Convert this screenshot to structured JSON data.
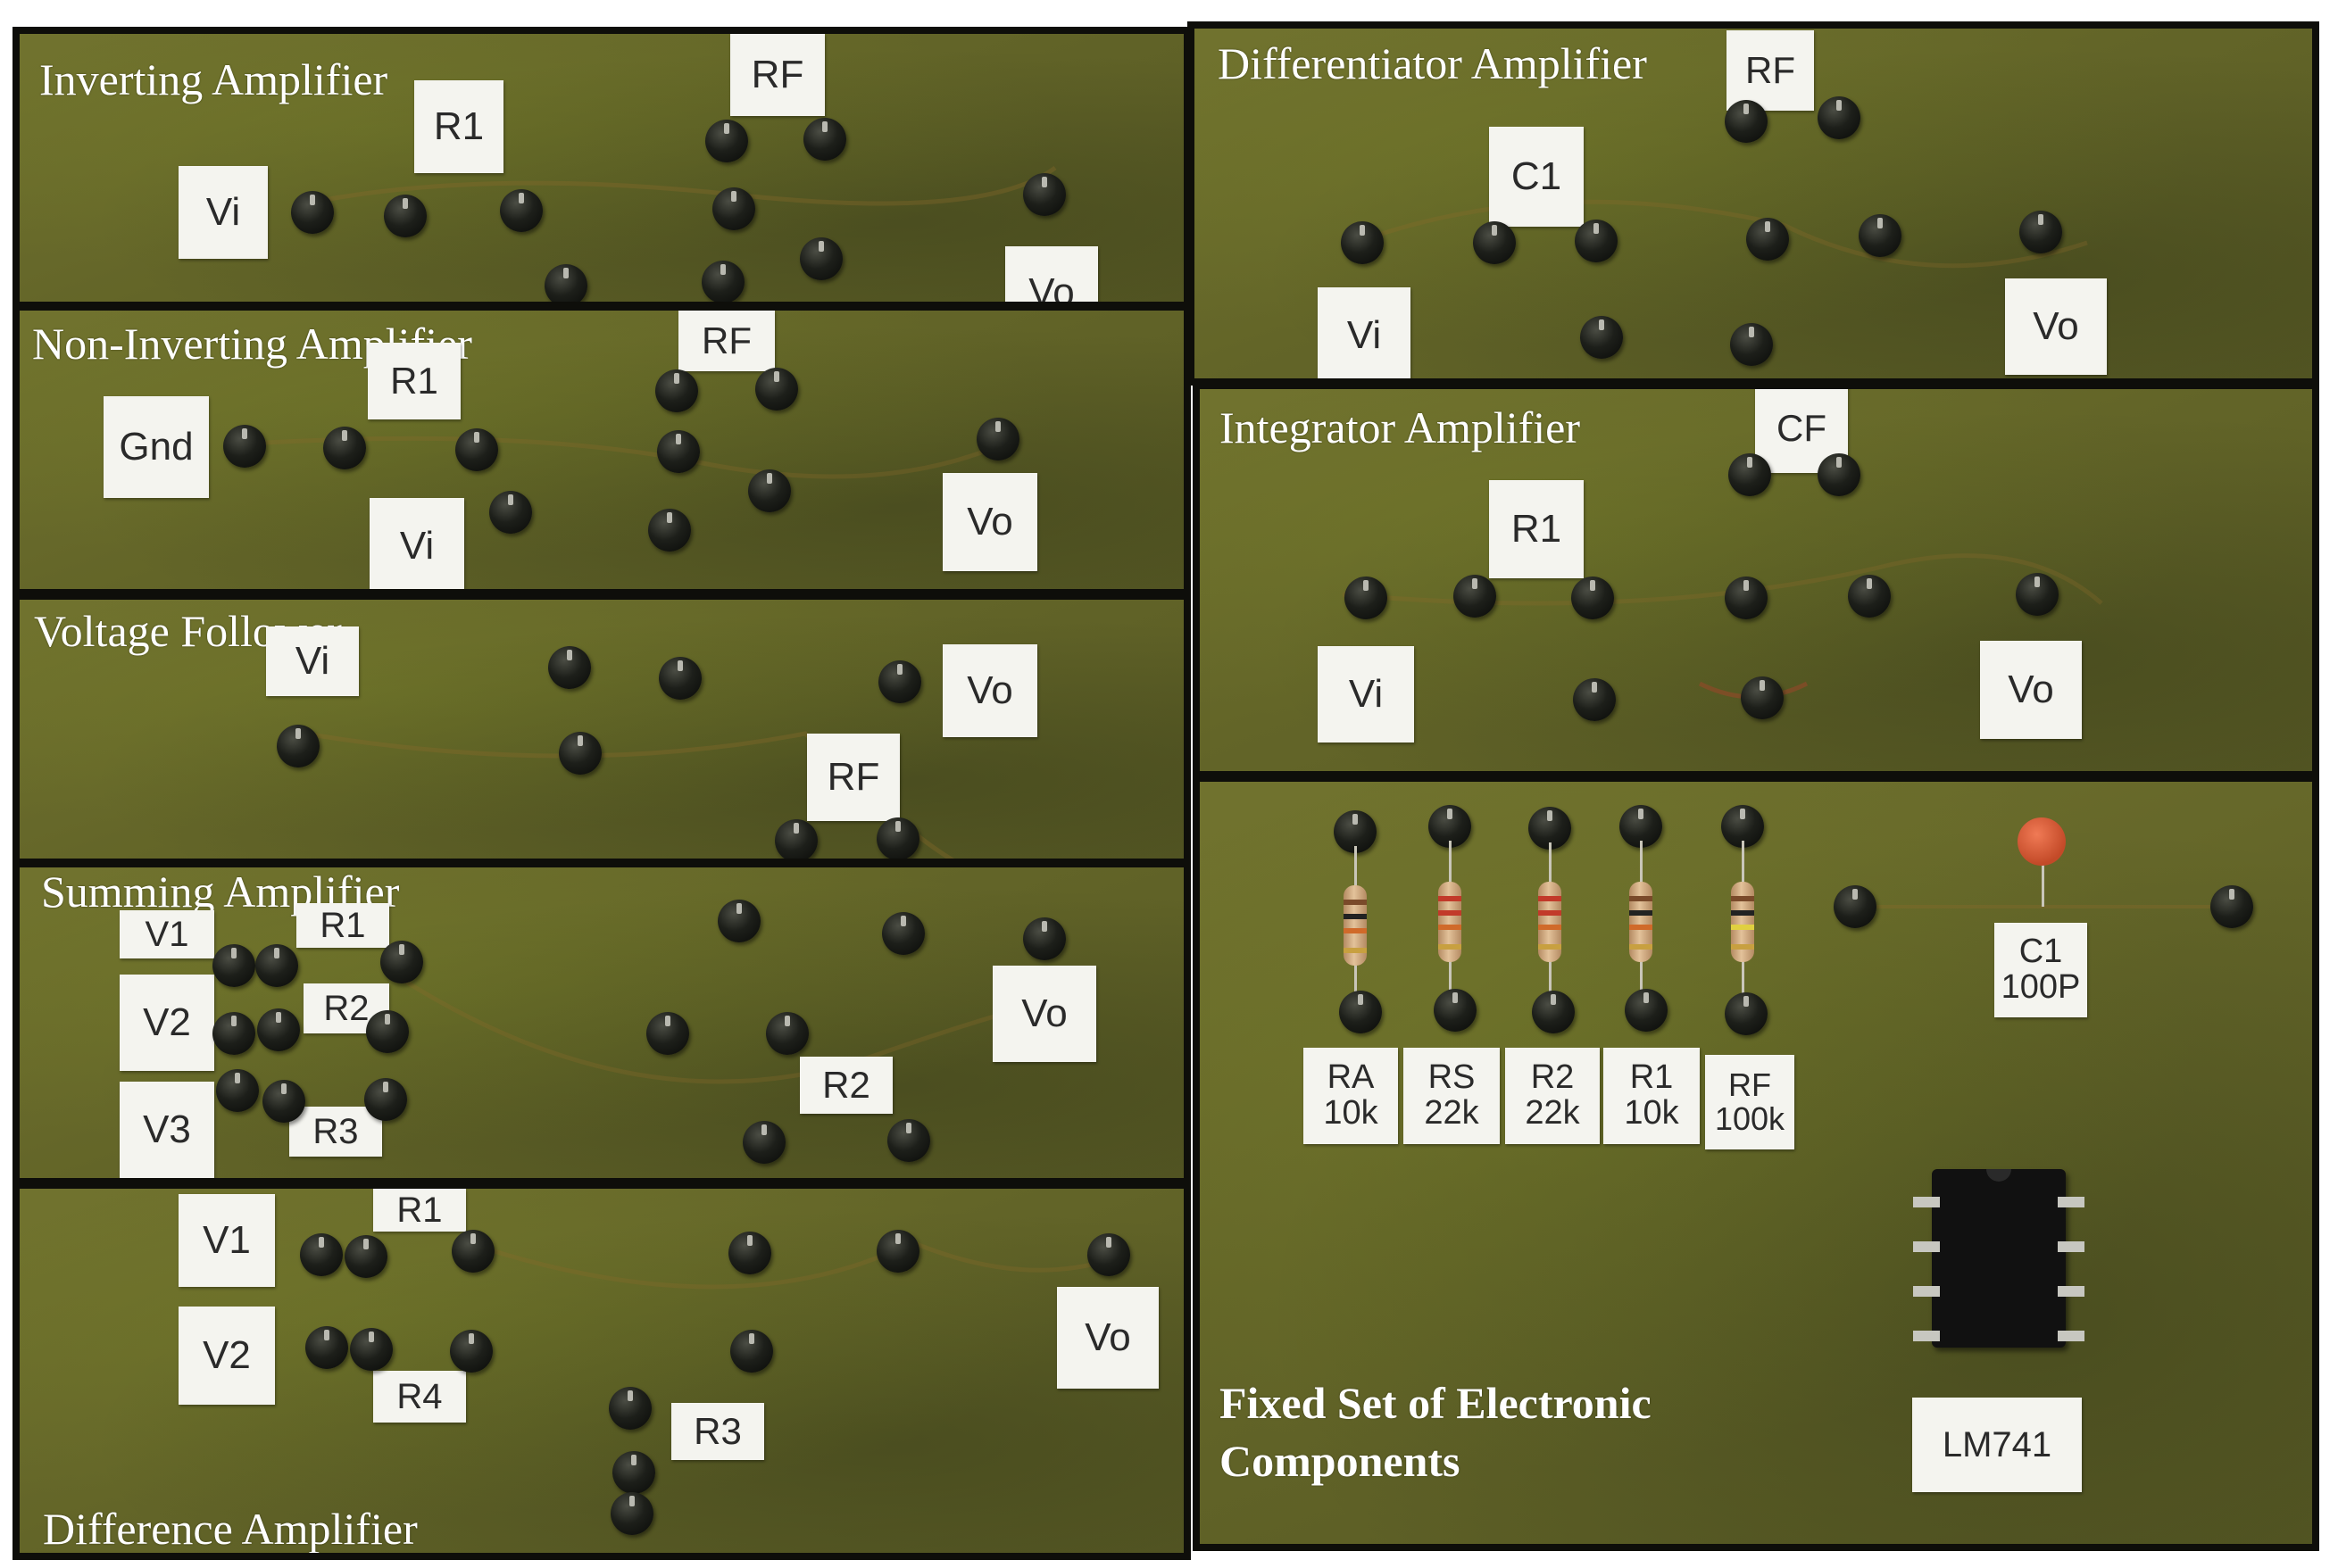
{
  "panels": {
    "inverting": {
      "title": "Inverting Amplifier",
      "labels": {
        "vi": "Vi",
        "r1": "R1",
        "rf": "RF",
        "vo": "Vo"
      }
    },
    "non_inverting": {
      "title": "Non-Inverting Amplifier",
      "labels": {
        "gnd": "Gnd",
        "r1": "R1",
        "rf": "RF",
        "vi": "Vi",
        "vo": "Vo"
      }
    },
    "voltage_follower": {
      "title": "Voltage Follower",
      "labels": {
        "vi": "Vi",
        "vo": "Vo",
        "rf": "RF"
      }
    },
    "summing": {
      "title": "Summing Amplifier",
      "labels": {
        "v1": "V1",
        "r1": "R1",
        "v2": "V2",
        "r2": "R2",
        "v3": "V3",
        "r3": "R3",
        "r2b": "R2",
        "vo": "Vo"
      }
    },
    "difference": {
      "title": "Difference Amplifier",
      "labels": {
        "v1": "V1",
        "r1": "R1",
        "v2": "V2",
        "r4": "R4",
        "r3": "R3",
        "vo": "Vo"
      }
    },
    "differentiator": {
      "title": "Differentiator Amplifier",
      "labels": {
        "rf": "RF",
        "c1": "C1",
        "vi": "Vi",
        "vo": "Vo"
      }
    },
    "integrator": {
      "title": "Integrator Amplifier",
      "labels": {
        "cf": "CF",
        "r1": "R1",
        "vi": "Vi",
        "vo": "Vo"
      }
    },
    "fixed_components": {
      "title": "Fixed Set of Electronic\nComponents",
      "resistor_labels": [
        "RA\n10k",
        "RS\n22k",
        "R2\n22k",
        "R1\n10k",
        "RF\n100k"
      ],
      "capacitor_label": "C1\n100P",
      "ic_label": "LM741"
    }
  }
}
